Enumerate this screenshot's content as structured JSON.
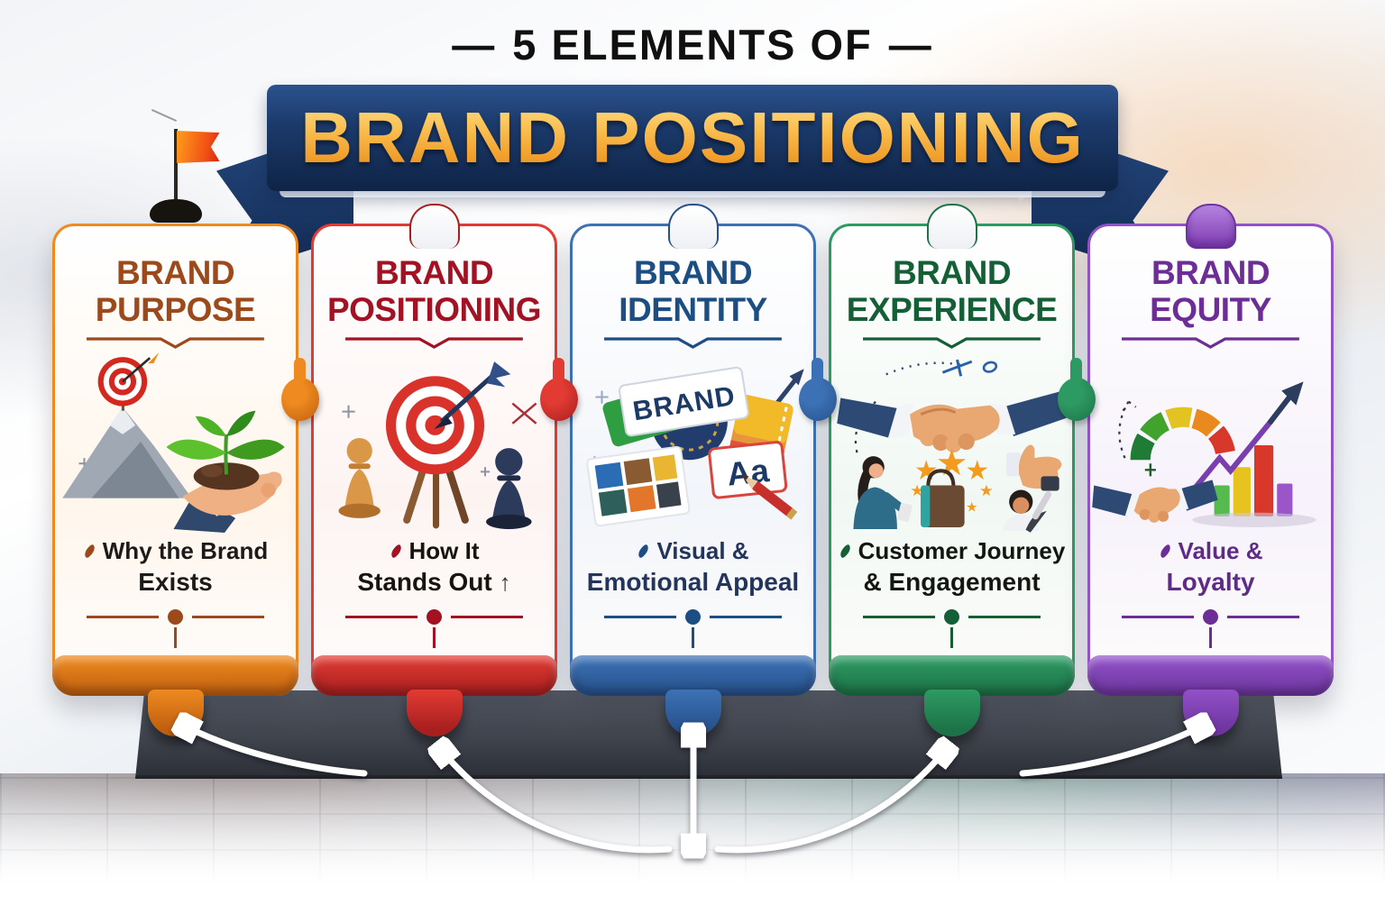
{
  "header": {
    "dash": "—",
    "kicker": "5 ELEMENTS OF",
    "title": "BRAND POSITIONING",
    "ribbon_color": "#1B3A6B",
    "title_gold": "#F6A928"
  },
  "cards": [
    {
      "id": "brand-purpose",
      "title_line1": "BRAND",
      "title_line2": "PURPOSE",
      "caption_line1": "Why the Brand",
      "caption_line2": "Exists",
      "accent": "#EE8A1F",
      "accent_dark": "#C05F10",
      "title_color": "#9C4A1B",
      "caption_color": "#1E1A17",
      "tint": "#FFF6EC",
      "topper": "red-flag-icon",
      "icons": [
        "target-on-mountain-icon",
        "hand-seedling-icon"
      ]
    },
    {
      "id": "brand-positioning",
      "title_line1": "BRAND",
      "title_line2": "POSITIONING",
      "caption_line1": "How It",
      "caption_line2": "Stands Out",
      "caption_arrow": "↑",
      "accent": "#E23B33",
      "accent_dark": "#A81F1F",
      "title_color": "#A31223",
      "caption_color": "#17140F",
      "tint": "#FDF4F2",
      "topper": "puzzle-knob",
      "icons": [
        "dartboard-arrow-icon",
        "chess-pawns-icon"
      ]
    },
    {
      "id": "brand-identity",
      "title_line1": "BRAND",
      "title_line2": "IDENTITY",
      "caption_line1": "Visual &",
      "caption_line2": "Emotional Appeal",
      "accent": "#3C72B5",
      "accent_dark": "#27518C",
      "title_color": "#1C4E84",
      "caption_color": "#24355C",
      "tint": "#F2F5FA",
      "topper": "puzzle-knob",
      "brand_label": "BRAND",
      "aa_label": "Aa",
      "icons": [
        "brand-card-icon",
        "badge-icon",
        "color-palette-icon",
        "typography-card-icon",
        "pencil-icon",
        "up-arrow-icon"
      ]
    },
    {
      "id": "brand-experience",
      "title_line1": "BRAND",
      "title_line2": "EXPERIENCE",
      "caption_line1": "Customer Journey",
      "caption_line2": "& Engagement",
      "accent": "#2E9A63",
      "accent_dark": "#1C7347",
      "title_color": "#155F36",
      "caption_color": "#141711",
      "tint": "#F1F8F3",
      "topper": "puzzle-knob",
      "icons": [
        "handshake-icon",
        "rating-stars-icon",
        "shopping-bag-icon",
        "customer-with-phone-icon",
        "thumbs-up-icon",
        "fan-with-phone-icon"
      ]
    },
    {
      "id": "brand-equity",
      "title_line1": "BRAND",
      "title_line2": "EQUITY",
      "caption_line1": "Value &",
      "caption_line2": "Loyalty",
      "accent": "#9251C8",
      "accent_dark": "#6E35A0",
      "title_color": "#6C2E96",
      "caption_color": "#5E2B86",
      "tint": "#F7F2FB",
      "topper": "bell-knob",
      "icons": [
        "gauge-icon",
        "growth-bar-chart-icon",
        "rising-arrow-icon",
        "handshake-icon"
      ]
    }
  ],
  "colors": {
    "platform": "#42464F",
    "arrow": "#FFFFFF"
  }
}
